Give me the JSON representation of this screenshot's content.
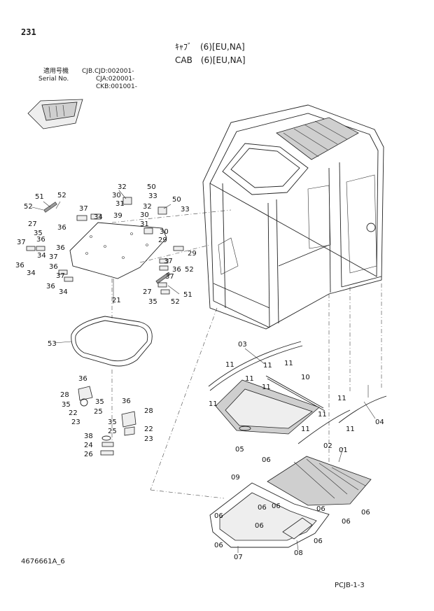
{
  "page_number": "231",
  "title_jp": "ｷｬﾌﾞ　(6)[EU,NA]",
  "title_en": "CAB　(6)[EU,NA]",
  "serial": {
    "label_jp": "適用号機",
    "label_en": "Serial No.",
    "lines": [
      "CJB.CJD:002001-",
      "CJA:020001-",
      "CKB:001001-"
    ]
  },
  "drawing_number": "4676661A_6",
  "page_code": "PCJB-1-3",
  "callouts": [
    "51",
    "52",
    "52",
    "27",
    "35",
    "36",
    "37",
    "34",
    "39",
    "32",
    "30",
    "50",
    "33",
    "31",
    "32",
    "50",
    "33",
    "30",
    "31",
    "29",
    "30",
    "29",
    "36",
    "37",
    "36",
    "36",
    "34",
    "37",
    "36",
    "34",
    "37",
    "34",
    "36",
    "37",
    "52",
    "37",
    "36",
    "27",
    "35",
    "51",
    "52",
    "21",
    "53",
    "36",
    "28",
    "35",
    "35",
    "22",
    "23",
    "25",
    "36",
    "28",
    "35",
    "22",
    "25",
    "23",
    "38",
    "24",
    "26",
    "03",
    "11",
    "11",
    "11",
    "10",
    "11",
    "11",
    "11",
    "11",
    "05",
    "11",
    "11",
    "04",
    "02",
    "01",
    "06",
    "09",
    "06",
    "06",
    "06",
    "06",
    "06",
    "06",
    "06",
    "07",
    "06",
    "06",
    "08",
    "11"
  ]
}
